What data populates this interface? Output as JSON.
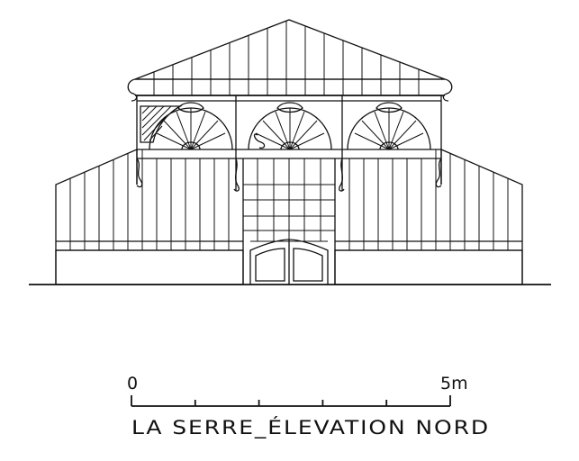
{
  "title": "LA SERRE_ÉLEVATION NORD",
  "scale": {
    "start_label": "0",
    "end_label": "5m",
    "divisions": 5
  },
  "colors": {
    "ink": "#111111",
    "paper": "#ffffff"
  }
}
